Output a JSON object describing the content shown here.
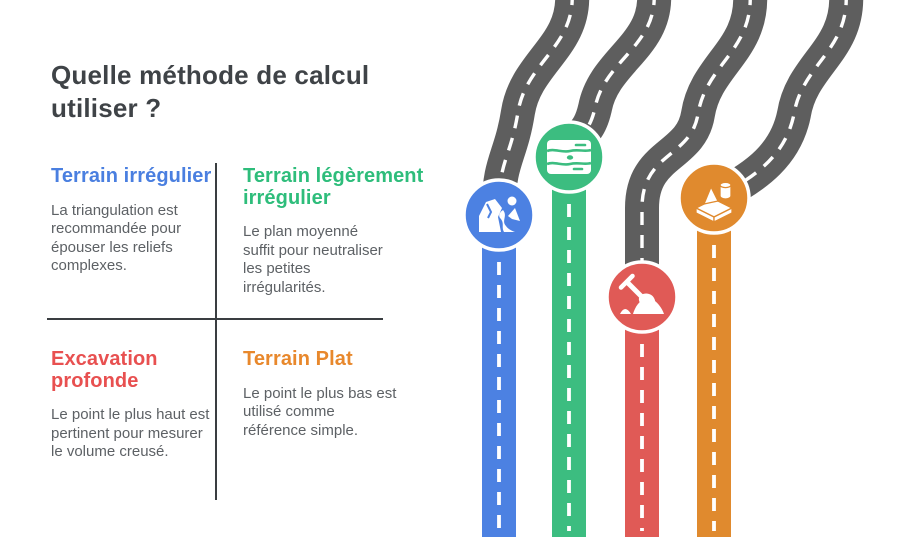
{
  "title": "Quelle méthode de calcul utiliser ?",
  "colors": {
    "title_text": "#3f4347",
    "body_text": "#5d6165",
    "divider": "#3a3e41",
    "road_gray": "#5e5e5e",
    "road_dash": "#ffffff",
    "circle_ring": "#ffffff",
    "icon_white": "#ffffff"
  },
  "quadrants": [
    {
      "heading": "Terrain irrégulier",
      "body": "La triangulation est recommandée pour épouser les reliefs complexes.",
      "color": "#4a7fe0",
      "road_color": "#4c81e2",
      "icon": "mountain-river-icon"
    },
    {
      "heading": "Terrain légèrement irrégulier",
      "body": "Le plan moyenné suffit pour neutraliser les petites irrégularités.",
      "color": "#2ebd7b",
      "road_color": "#3cbd80",
      "icon": "soil-layers-icon"
    },
    {
      "heading": "Excavation profonde",
      "body": "Le point le plus haut est pertinent pour mesurer le volume creusé.",
      "color": "#e85050",
      "road_color": "#e05a56",
      "icon": "shovel-mound-icon"
    },
    {
      "heading": "Terrain Plat",
      "body": "Le point le plus bas est utilisé comme référence simple.",
      "color": "#e8882c",
      "road_color": "#e08a2e",
      "icon": "flat-terrain-shapes-icon"
    }
  ]
}
